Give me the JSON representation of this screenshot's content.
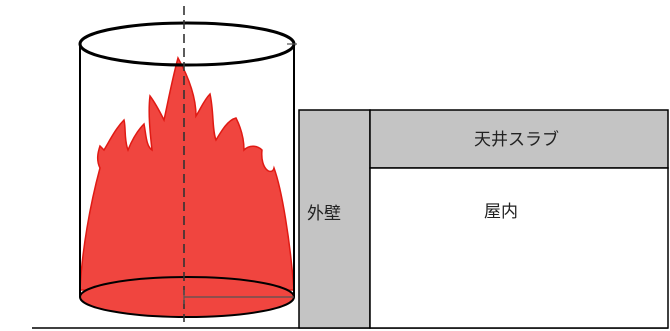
{
  "labels": {
    "ceiling_slab": "天井スラブ",
    "exterior_wall": "外壁",
    "indoor": "屋内"
  },
  "colors": {
    "flame_fill": "#f0453f",
    "flame_edge": "#e01a14",
    "wall_fill": "#c4c4c4",
    "outline": "#000000",
    "background": "#ffffff"
  }
}
